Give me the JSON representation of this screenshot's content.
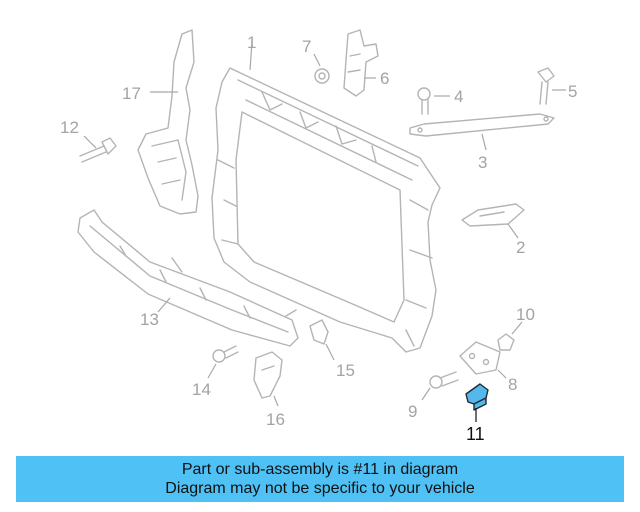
{
  "callouts": {
    "c1": "1",
    "c2": "2",
    "c3": "3",
    "c4": "4",
    "c5": "5",
    "c6": "6",
    "c7": "7",
    "c8": "8",
    "c9": "9",
    "c10": "10",
    "c11": "11",
    "c12": "12",
    "c13": "13",
    "c14": "14",
    "c15": "15",
    "c16": "16",
    "c17": "17"
  },
  "highlighted_part": "11",
  "colors": {
    "highlight": "#55b8ea",
    "banner": "#4fc1f5",
    "part_lines": "#b4b4b4"
  },
  "banner": {
    "line1": "Part or sub-assembly is #11 in diagram",
    "line2": "Diagram may not be specific to your vehicle"
  }
}
